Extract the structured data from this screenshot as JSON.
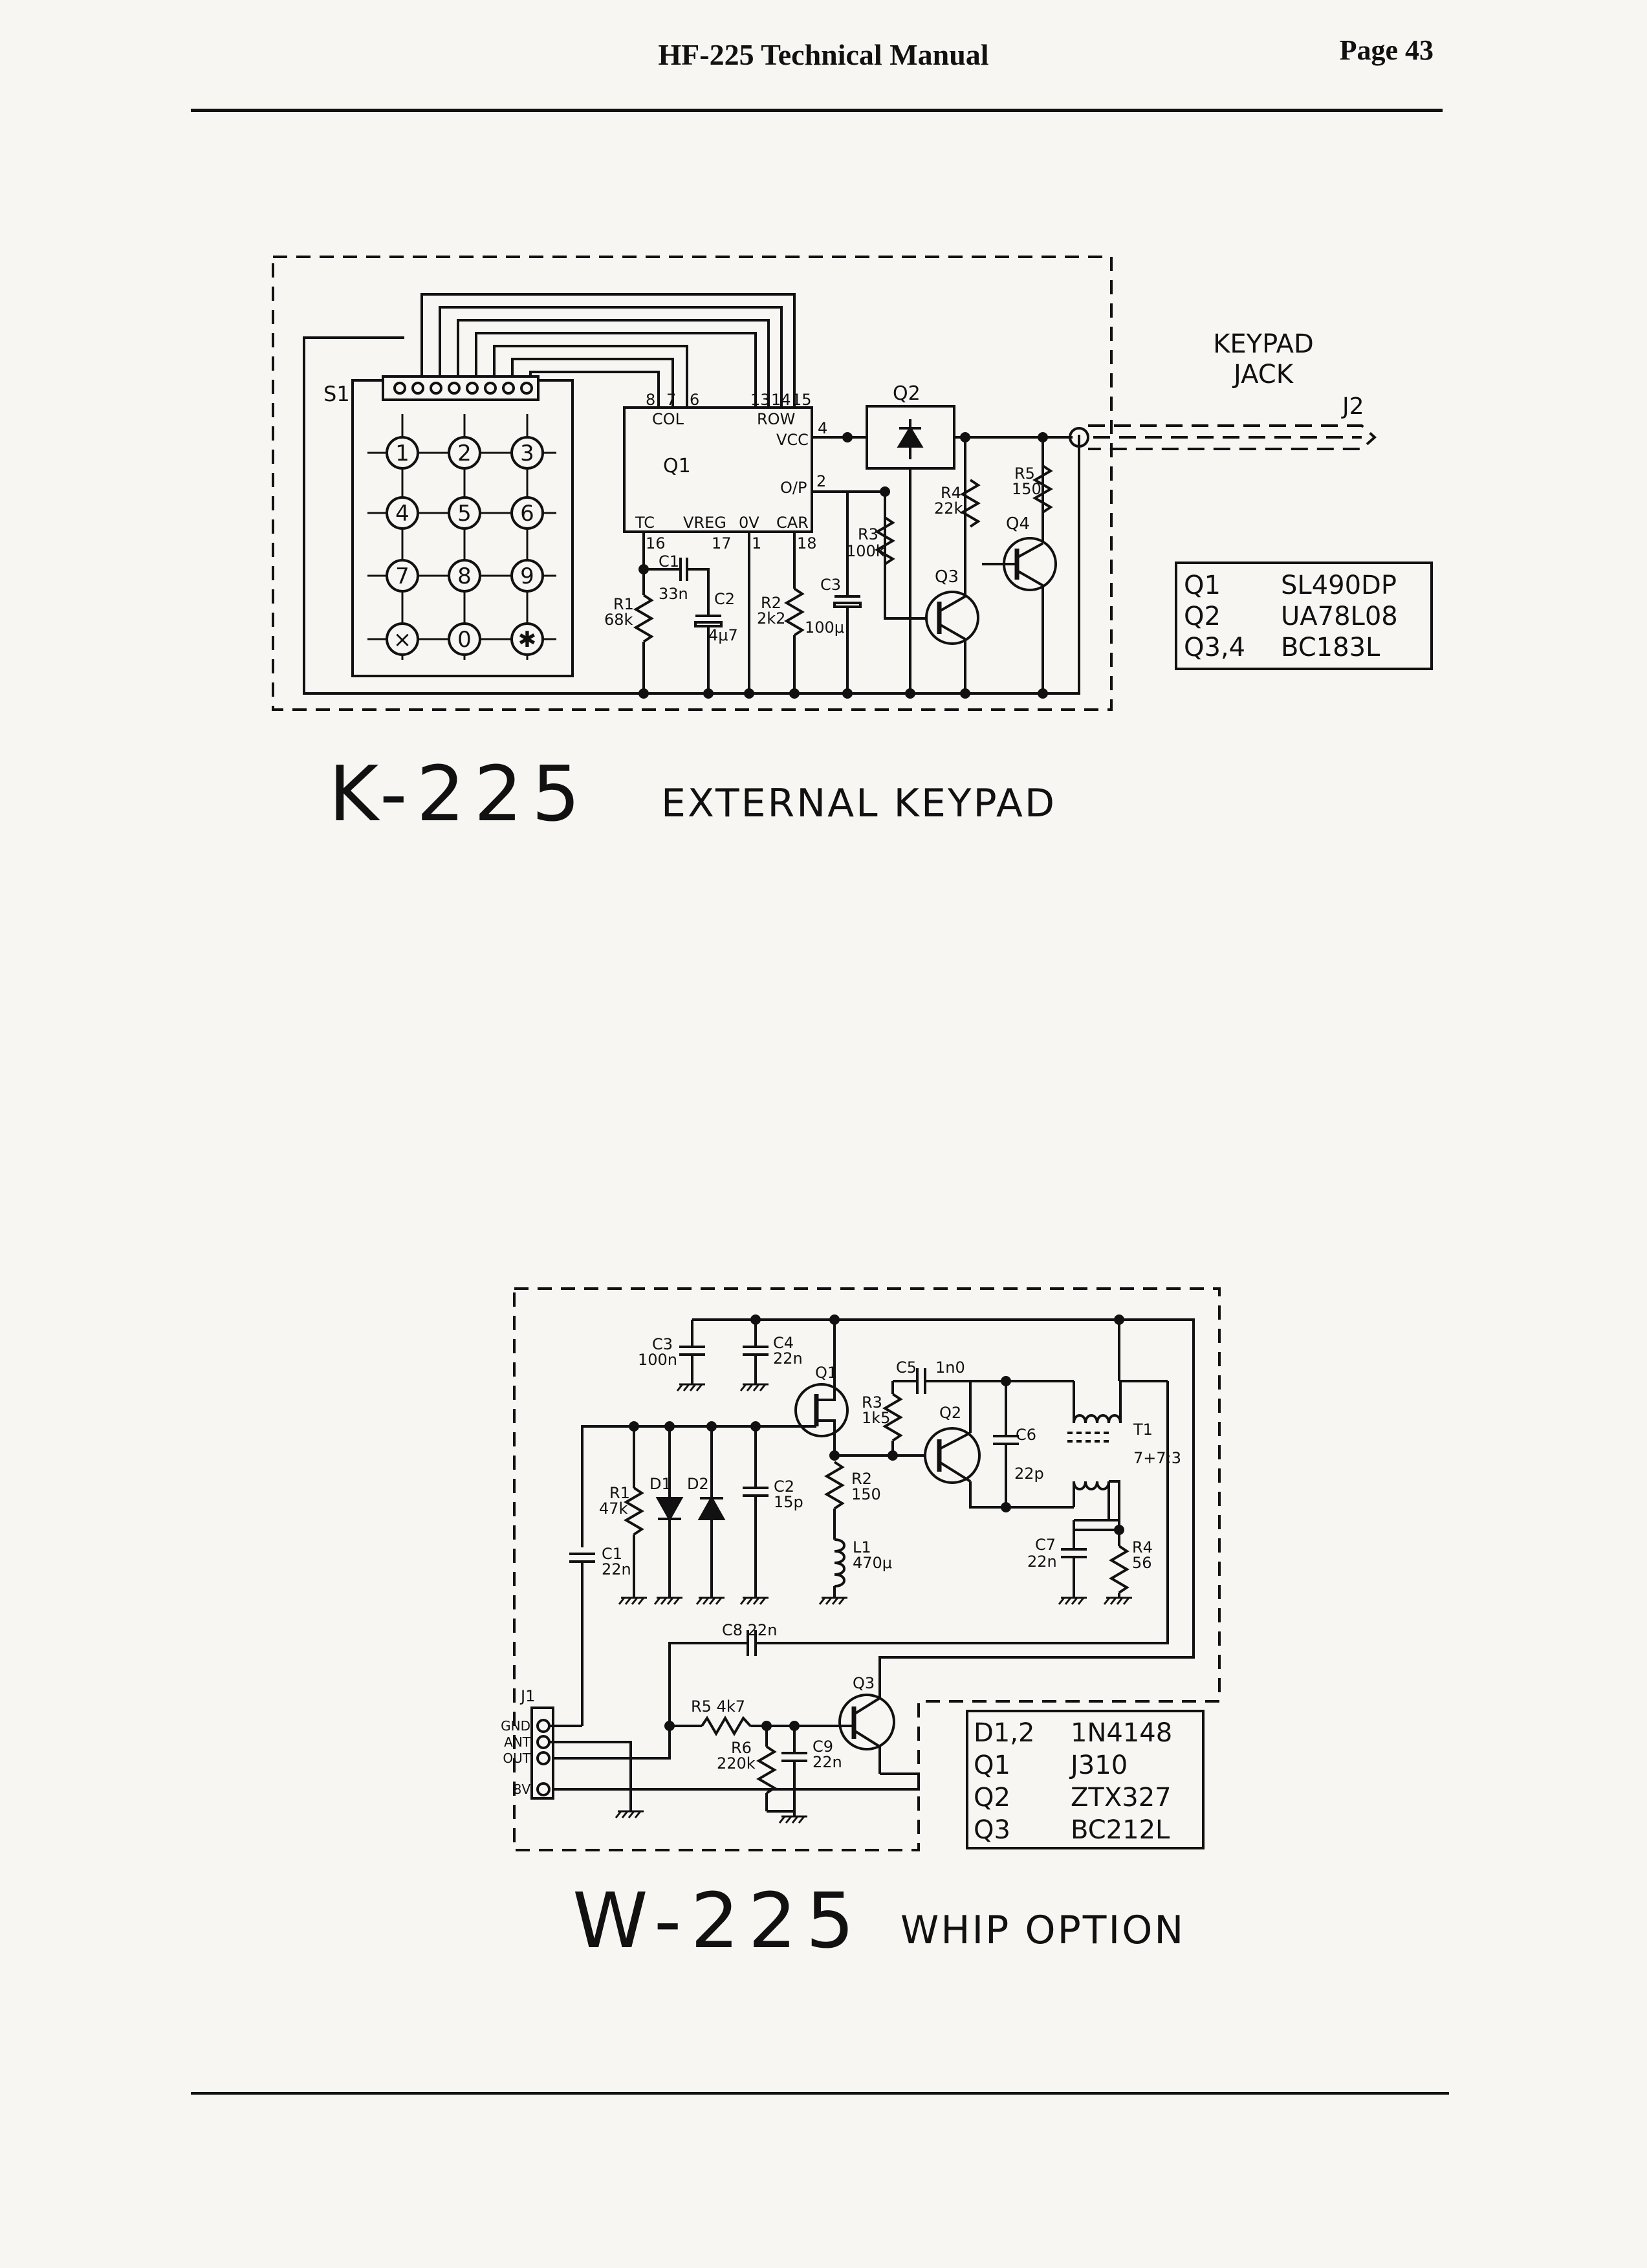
{
  "header": {
    "title": "HF-225 Technical Manual",
    "page": "Page 43"
  },
  "k225": {
    "title_code": "K-225",
    "title_text": "EXTERNAL KEYPAD",
    "jack_label_line1": "KEYPAD",
    "jack_label_line2": "JACK",
    "j2": "J2",
    "s1": "S1",
    "keys": [
      "1",
      "2",
      "3",
      "4",
      "5",
      "6",
      "7",
      "8",
      "9",
      "×",
      "0",
      "✱"
    ],
    "ic": {
      "name": "Q1",
      "col": "COL",
      "row": "ROW",
      "vcc": "VCC",
      "op": "O/P",
      "tc": "TC",
      "vreg": "VREG",
      "ov": "0V",
      "car": "CAR",
      "pin8": "8",
      "pin7": "7",
      "pin6": "6",
      "pin13": "13",
      "pin14": "14",
      "pin15": "15",
      "pin4": "4",
      "pin2": "2",
      "pin16": "16",
      "pin17": "17",
      "pin1": "1",
      "pin18": "18"
    },
    "q2": "Q2",
    "q3": "Q3",
    "q4": "Q4",
    "c1_name": "C1",
    "c1_val": "33n",
    "c2_name": "C2",
    "c2_val": "4μ7",
    "c3_name": "C3",
    "c3_val": "100μ",
    "r1_name": "R1",
    "r1_val": "68k",
    "r2_name": "R2",
    "r2_val": "2k2",
    "r3_name": "R3",
    "r3_val": "100k",
    "r4_name": "R4",
    "r4_val": "22k",
    "r5_name": "R5",
    "r5_val": "150",
    "parts": [
      {
        "ref": "Q1",
        "part": "SL490DP"
      },
      {
        "ref": "Q2",
        "part": "UA78L08"
      },
      {
        "ref": "Q3,4",
        "part": "BC183L"
      }
    ]
  },
  "w225": {
    "title_code": "W-225",
    "title_text": "WHIP OPTION",
    "c3_name": "C3",
    "c3_val": "100n",
    "c4_name": "C4",
    "c4_val": "22n",
    "q1": "Q1",
    "c5_name": "C5",
    "c5_val": "1n0",
    "r3_name": "R3",
    "r3_val": "1k5",
    "q2": "Q2",
    "c6_name": "C6",
    "c6_val": "22p",
    "t1_name": "T1",
    "t1_val": "7+7:3",
    "r1_name": "R1",
    "r1_val": "47k",
    "d1": "D1",
    "d2": "D2",
    "c2_name": "C2",
    "c2_val": "15p",
    "r2_name": "R2",
    "r2_val": "150",
    "l1_name": "L1",
    "l1_val": "470μ",
    "c1_name": "C1",
    "c1_val": "22n",
    "c7_name": "C7",
    "c7_val": "22n",
    "r4_name": "R4",
    "r4_val": "56",
    "c8": "C8 22n",
    "q3": "Q3",
    "j1": "J1",
    "r5": "R5 4k7",
    "r6_name": "R6",
    "r6_val": "220k",
    "c9_name": "C9",
    "c9_val": "22n",
    "conn": [
      "GND",
      "ANT",
      "OUT",
      "8V"
    ],
    "parts": [
      {
        "ref": "D1,2",
        "part": "1N4148"
      },
      {
        "ref": "Q1",
        "part": "J310"
      },
      {
        "ref": "Q2",
        "part": "ZTX327"
      },
      {
        "ref": "Q3",
        "part": "BC212L"
      }
    ]
  }
}
